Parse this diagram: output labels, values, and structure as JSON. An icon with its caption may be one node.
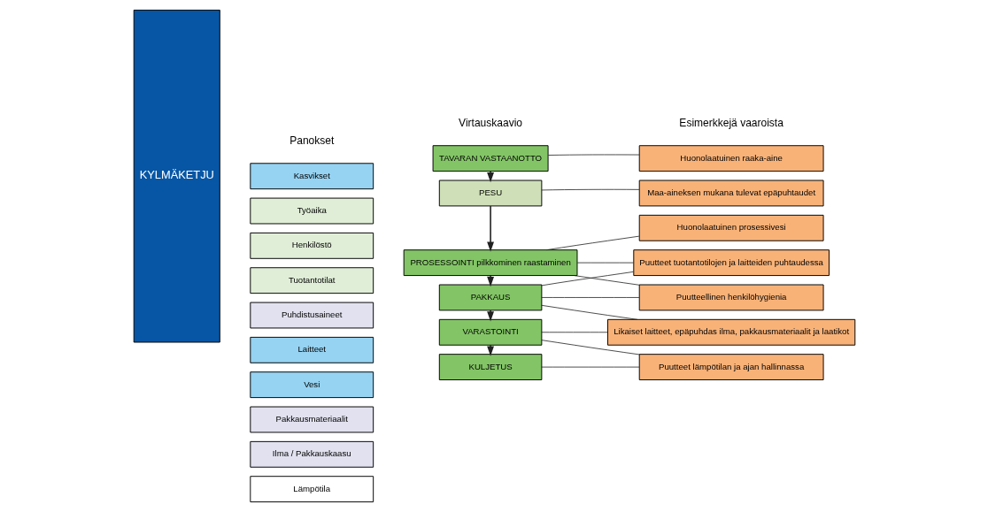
{
  "diagram": {
    "nodes": [
      {
        "text": [
          "KYLMÄKETJU"
        ]
      },
      {
        "text": [
          "Kasvikset"
        ]
      },
      {
        "text": [
          "Työaika"
        ]
      },
      {
        "text": [
          "Henkilöstö"
        ]
      },
      {
        "text": [
          "Tuotantotilat"
        ]
      },
      {
        "text": [
          "Puhdistusaineet"
        ]
      },
      {
        "text": [
          "Laitteet"
        ]
      },
      {
        "text": [
          "Vesi"
        ]
      },
      {
        "text": [
          "Pakkausmateriaalit"
        ]
      },
      {
        "text": [
          "Ilma / Pakkauskaasu"
        ]
      },
      {
        "text": [
          "Lämpötila"
        ]
      },
      {
        "text": [
          "TAVARAN VASTAANOTTO"
        ]
      },
      {
        "text": [
          "PESU"
        ]
      },
      {
        "text": [
          "PROSESSOINTI pilkkominen raastaminen"
        ]
      },
      {
        "text": [
          "PAKKAUS"
        ]
      },
      {
        "text": [
          "VARASTOINTI"
        ]
      },
      {
        "text": [
          "KULJETUS"
        ]
      },
      {
        "text": [
          "Huonolaatuinen raaka-aine"
        ]
      },
      {
        "text": [
          "Maa-aineksen mukana tulevat epäpuhtaudet"
        ]
      },
      {
        "text": [
          "Huonolaatuinen prosessivesi"
        ]
      },
      {
        "text": [
          "Puutteet tuotantotilojen ja laitteiden puhtaudessa"
        ]
      },
      {
        "text": [
          "Puutteellinen henkilöhygienia"
        ]
      },
      {
        "text": [
          "Likaiset laitteet, epäpuhdas ilma, pakkausmateriaalit ja laatikot"
        ]
      },
      {
        "text": [
          "Puutteet lämpötilan ja ajan hallinnassa"
        ]
      }
    ],
    "edges": [
      {
        "from": 11,
        "to": 12,
        "arrow": "to"
      },
      {
        "from": 12,
        "to": 13,
        "arrow": "to"
      },
      {
        "from": 13,
        "to": 14,
        "arrow": "to"
      },
      {
        "from": 14,
        "to": 15,
        "arrow": "to"
      },
      {
        "from": 15,
        "to": 16,
        "arrow": "to"
      },
      {
        "from": 11,
        "to": 17,
        "arrow": "none"
      },
      {
        "from": 12,
        "to": 18,
        "arrow": "none"
      },
      {
        "from": 13,
        "to": 19,
        "arrow": "none"
      },
      {
        "from": 13,
        "to": 20,
        "arrow": "none"
      },
      {
        "from": 13,
        "to": 21,
        "arrow": "none"
      },
      {
        "from": 14,
        "to": 20,
        "arrow": "none"
      },
      {
        "from": 14,
        "to": 21,
        "arrow": "none"
      },
      {
        "from": 14,
        "to": 22,
        "arrow": "none"
      },
      {
        "from": 15,
        "to": 22,
        "arrow": "none"
      },
      {
        "from": 15,
        "to": 23,
        "arrow": "none"
      },
      {
        "from": 16,
        "to": 23,
        "arrow": "none"
      }
    ],
    "labels": [
      "Panokset",
      "Virtauskaavio",
      "Esimerkkejä vaaroista"
    ]
  }
}
